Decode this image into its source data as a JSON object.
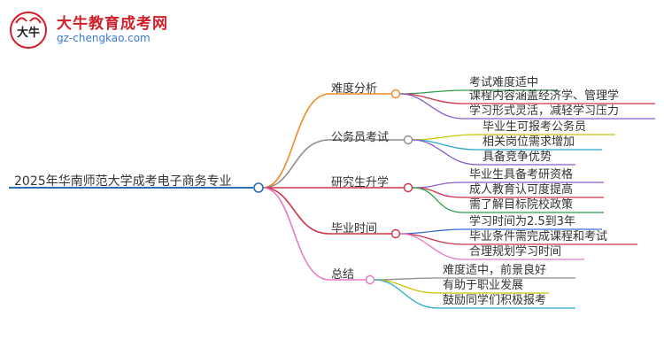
{
  "logo": {
    "name": "大牛教育成考网",
    "url": "gz-chengkao.com",
    "mark_text": "大牛"
  },
  "mindmap": {
    "root": "2025年华南师范大学成考电子商务专业",
    "branches": [
      {
        "label": "难度分析",
        "color": "#f08a24",
        "children": [
          {
            "label": "考试难度适中",
            "color": "#2f9e4a"
          },
          {
            "label": "课程内容涵盖经济学、管理学",
            "color": "#d0304a"
          },
          {
            "label": "学习形式灵活，减轻学习压力",
            "color": "#8a5cc8"
          }
        ]
      },
      {
        "label": "公务员考试",
        "color": "#8c8c8c",
        "children": [
          {
            "label": "毕业生可报考公务员",
            "color": "#c8c400"
          },
          {
            "label": "相关岗位需求增加",
            "color": "#2aa7c9"
          },
          {
            "label": "具备竞争优势",
            "color": "#8a5cc8"
          }
        ]
      },
      {
        "label": "研究生升学",
        "color": "#d0304a",
        "children": [
          {
            "label": "毕业生具备考研资格",
            "color": "#8a5cc8"
          },
          {
            "label": "成人教育认可度提高",
            "color": "#d0304a"
          },
          {
            "label": "需了解目标院校政策",
            "color": "#2f9e4a"
          }
        ]
      },
      {
        "label": "毕业时间",
        "color": "#d0304a",
        "children": [
          {
            "label": "学习时间为2.5到3年",
            "color": "#3a6fd0"
          },
          {
            "label": "毕业条件需完成课程和考试",
            "color": "#d0304a"
          },
          {
            "label": "合理规划学习时间",
            "color": "#e67ac8"
          }
        ]
      },
      {
        "label": "总结",
        "color": "#e67ac8",
        "children": [
          {
            "label": "难度适中，前景良好",
            "color": "#8c8c8c"
          },
          {
            "label": "有助于职业发展",
            "color": "#c8c400"
          },
          {
            "label": "鼓励同学们积极报考",
            "color": "#2aa7c9"
          }
        ]
      }
    ],
    "root_color": "#2a6fb8"
  }
}
